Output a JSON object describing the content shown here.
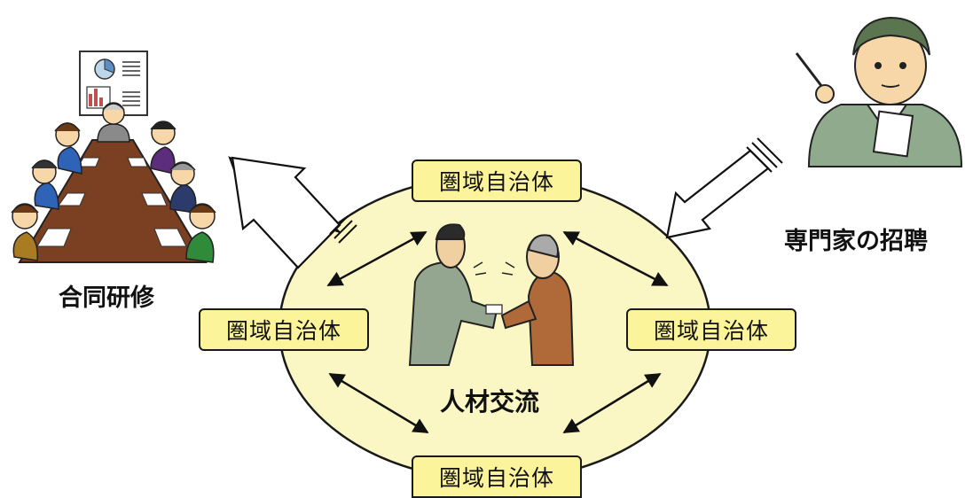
{
  "diagram": {
    "center_label": "人材交流",
    "left_label": "合同研修",
    "right_label": "専門家の招聘",
    "box_top": "圏域自治体",
    "box_left": "圏域自治体",
    "box_right": "圏域自治体",
    "box_bottom": "圏域自治体"
  },
  "colors": {
    "ellipse_fill": "#fbf7c4",
    "box_fill": "#fcf49a"
  },
  "icons": {
    "left": "meeting-illustration",
    "right": "lecturer-illustration",
    "center": "business-card-exchange-illustration"
  }
}
